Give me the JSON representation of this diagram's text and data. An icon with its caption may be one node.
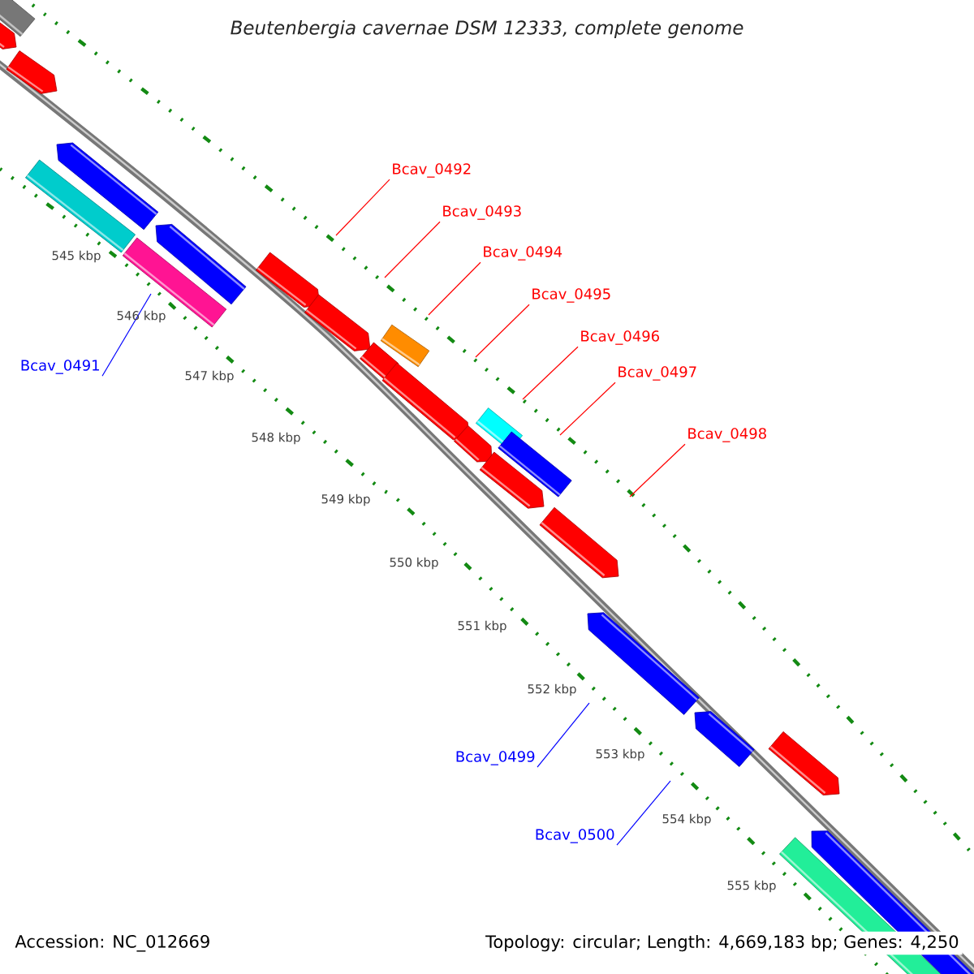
{
  "diagram": {
    "title": "Beutenbergia cavernae DSM 12333, complete genome",
    "nodes": [
      {
        "text": [
          "Bcav_0492"
        ]
      },
      {
        "text": [
          "Bcav_0493"
        ]
      },
      {
        "text": [
          "Bcav_0494"
        ]
      },
      {
        "text": [
          "Bcav_0495"
        ]
      },
      {
        "text": [
          "Bcav_0496"
        ]
      },
      {
        "text": [
          "Bcav_0491"
        ]
      },
      {
        "text": [
          "Bcav_0497"
        ]
      },
      {
        "text": [
          "Bcav_0498"
        ]
      },
      {
        "text": [
          "Bcav_0499"
        ]
      },
      {
        "text": [
          "Bcav_0500"
        ]
      }
    ],
    "edges": [
      {
        "from": 0,
        "to": null,
        "arrow": "none"
      },
      {
        "from": 1,
        "to": null,
        "arrow": "none"
      },
      {
        "from": 2,
        "to": null,
        "arrow": "none"
      },
      {
        "from": 3,
        "to": null,
        "arrow": "none"
      },
      {
        "from": 4,
        "to": null,
        "arrow": "none"
      },
      {
        "from": 5,
        "to": null,
        "arrow": "none",
        "color": "#0000ff"
      },
      {
        "from": 6,
        "to": null,
        "arrow": "none"
      },
      {
        "from": 7,
        "to": null,
        "arrow": "none"
      },
      {
        "from": 8,
        "to": null,
        "arrow": "none",
        "color": "#0000ff"
      },
      {
        "from": 9,
        "to": null,
        "arrow": "none",
        "color": "#0000ff"
      }
    ],
    "labels": [
      "545 kbp",
      "546 kbp",
      "547 kbp",
      "548 kbp",
      "549 kbp",
      "550 kbp",
      "551 kbp",
      "552 kbp",
      "553 kbp",
      "554 kbp",
      "555 kbp",
      "Accession: NC_012669",
      "Topology: circular; Length: 4,669,183 bp; Genes: 4,250"
    ]
  }
}
